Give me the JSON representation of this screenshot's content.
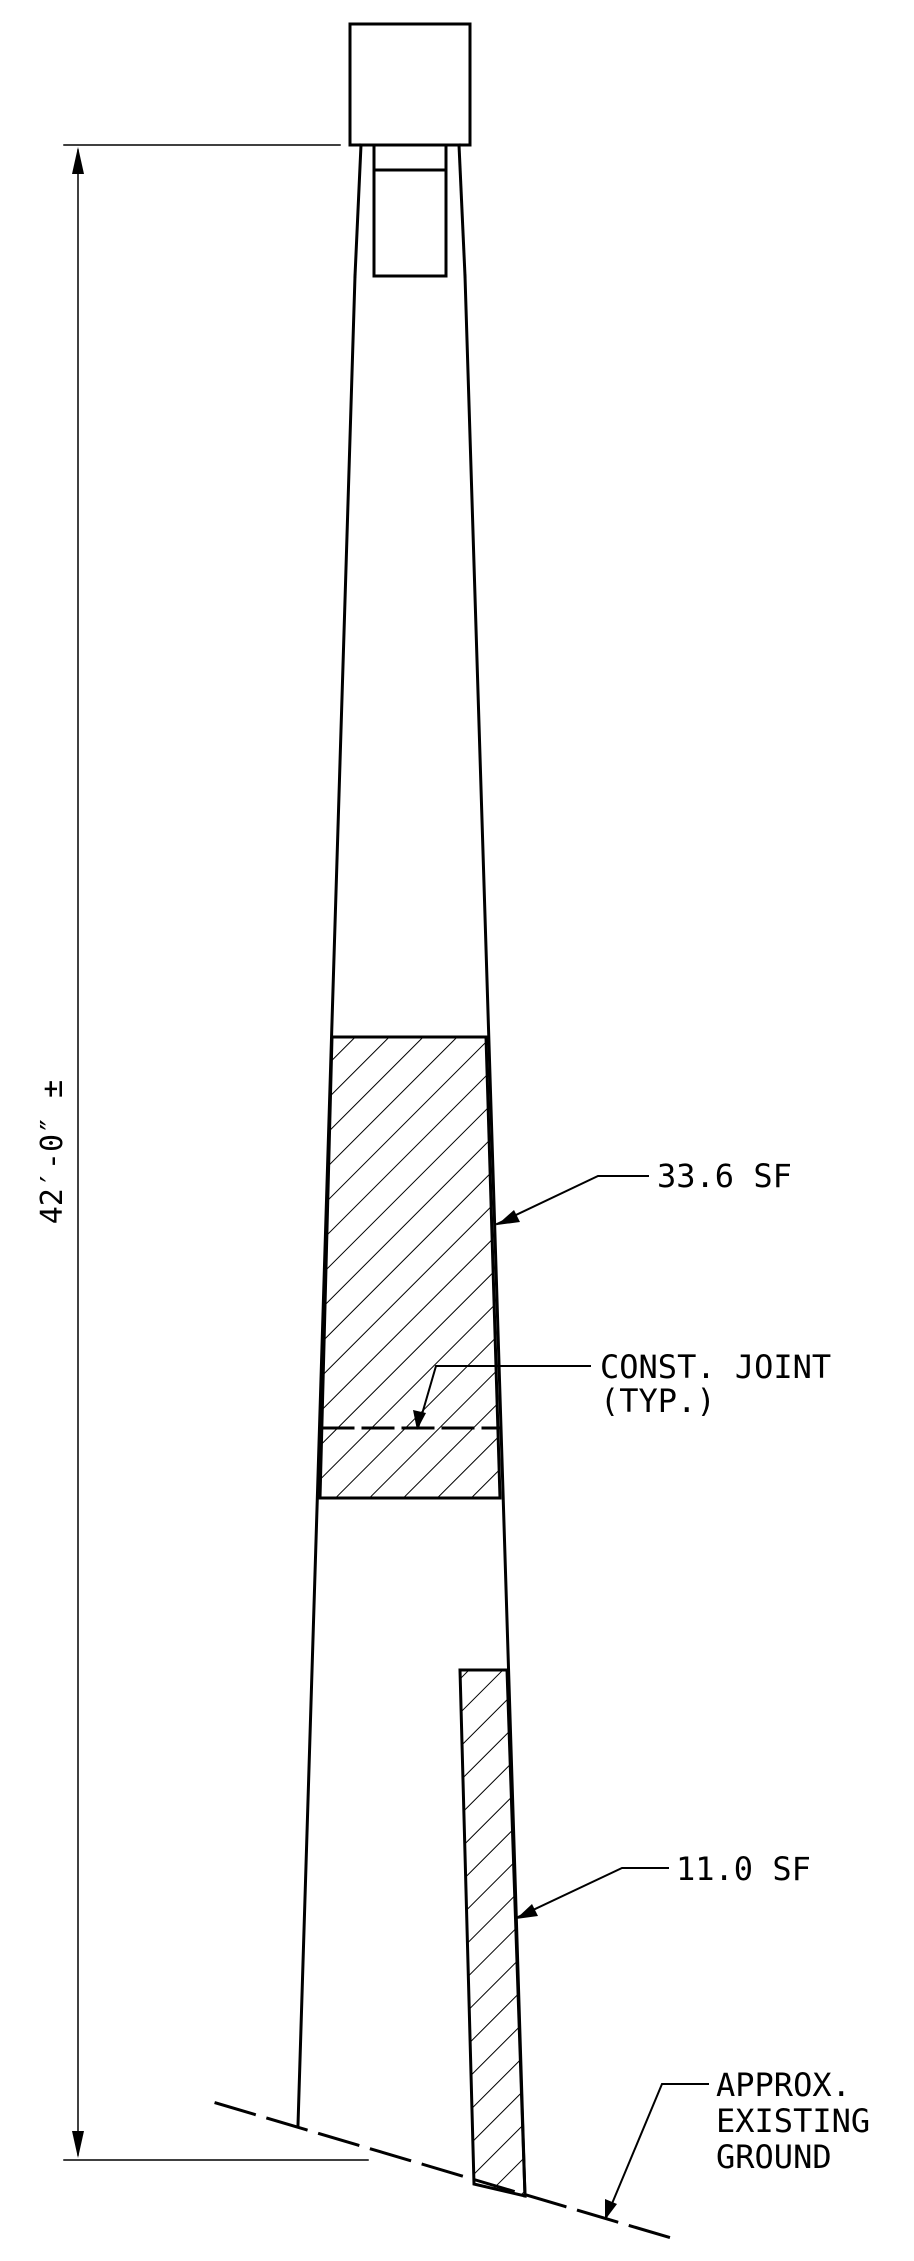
{
  "drawing": {
    "dimension_label": "42′-0″ ±",
    "callouts": {
      "area_upper": "33.6 SF",
      "joint_line1": "CONST. JOINT",
      "joint_line2": "(TYP.)",
      "area_lower": "11.0 SF",
      "ground_line1": "APPROX.",
      "ground_line2": "EXISTING",
      "ground_line3": "GROUND"
    },
    "colors": {
      "line": "#000000",
      "background": "#ffffff"
    }
  }
}
